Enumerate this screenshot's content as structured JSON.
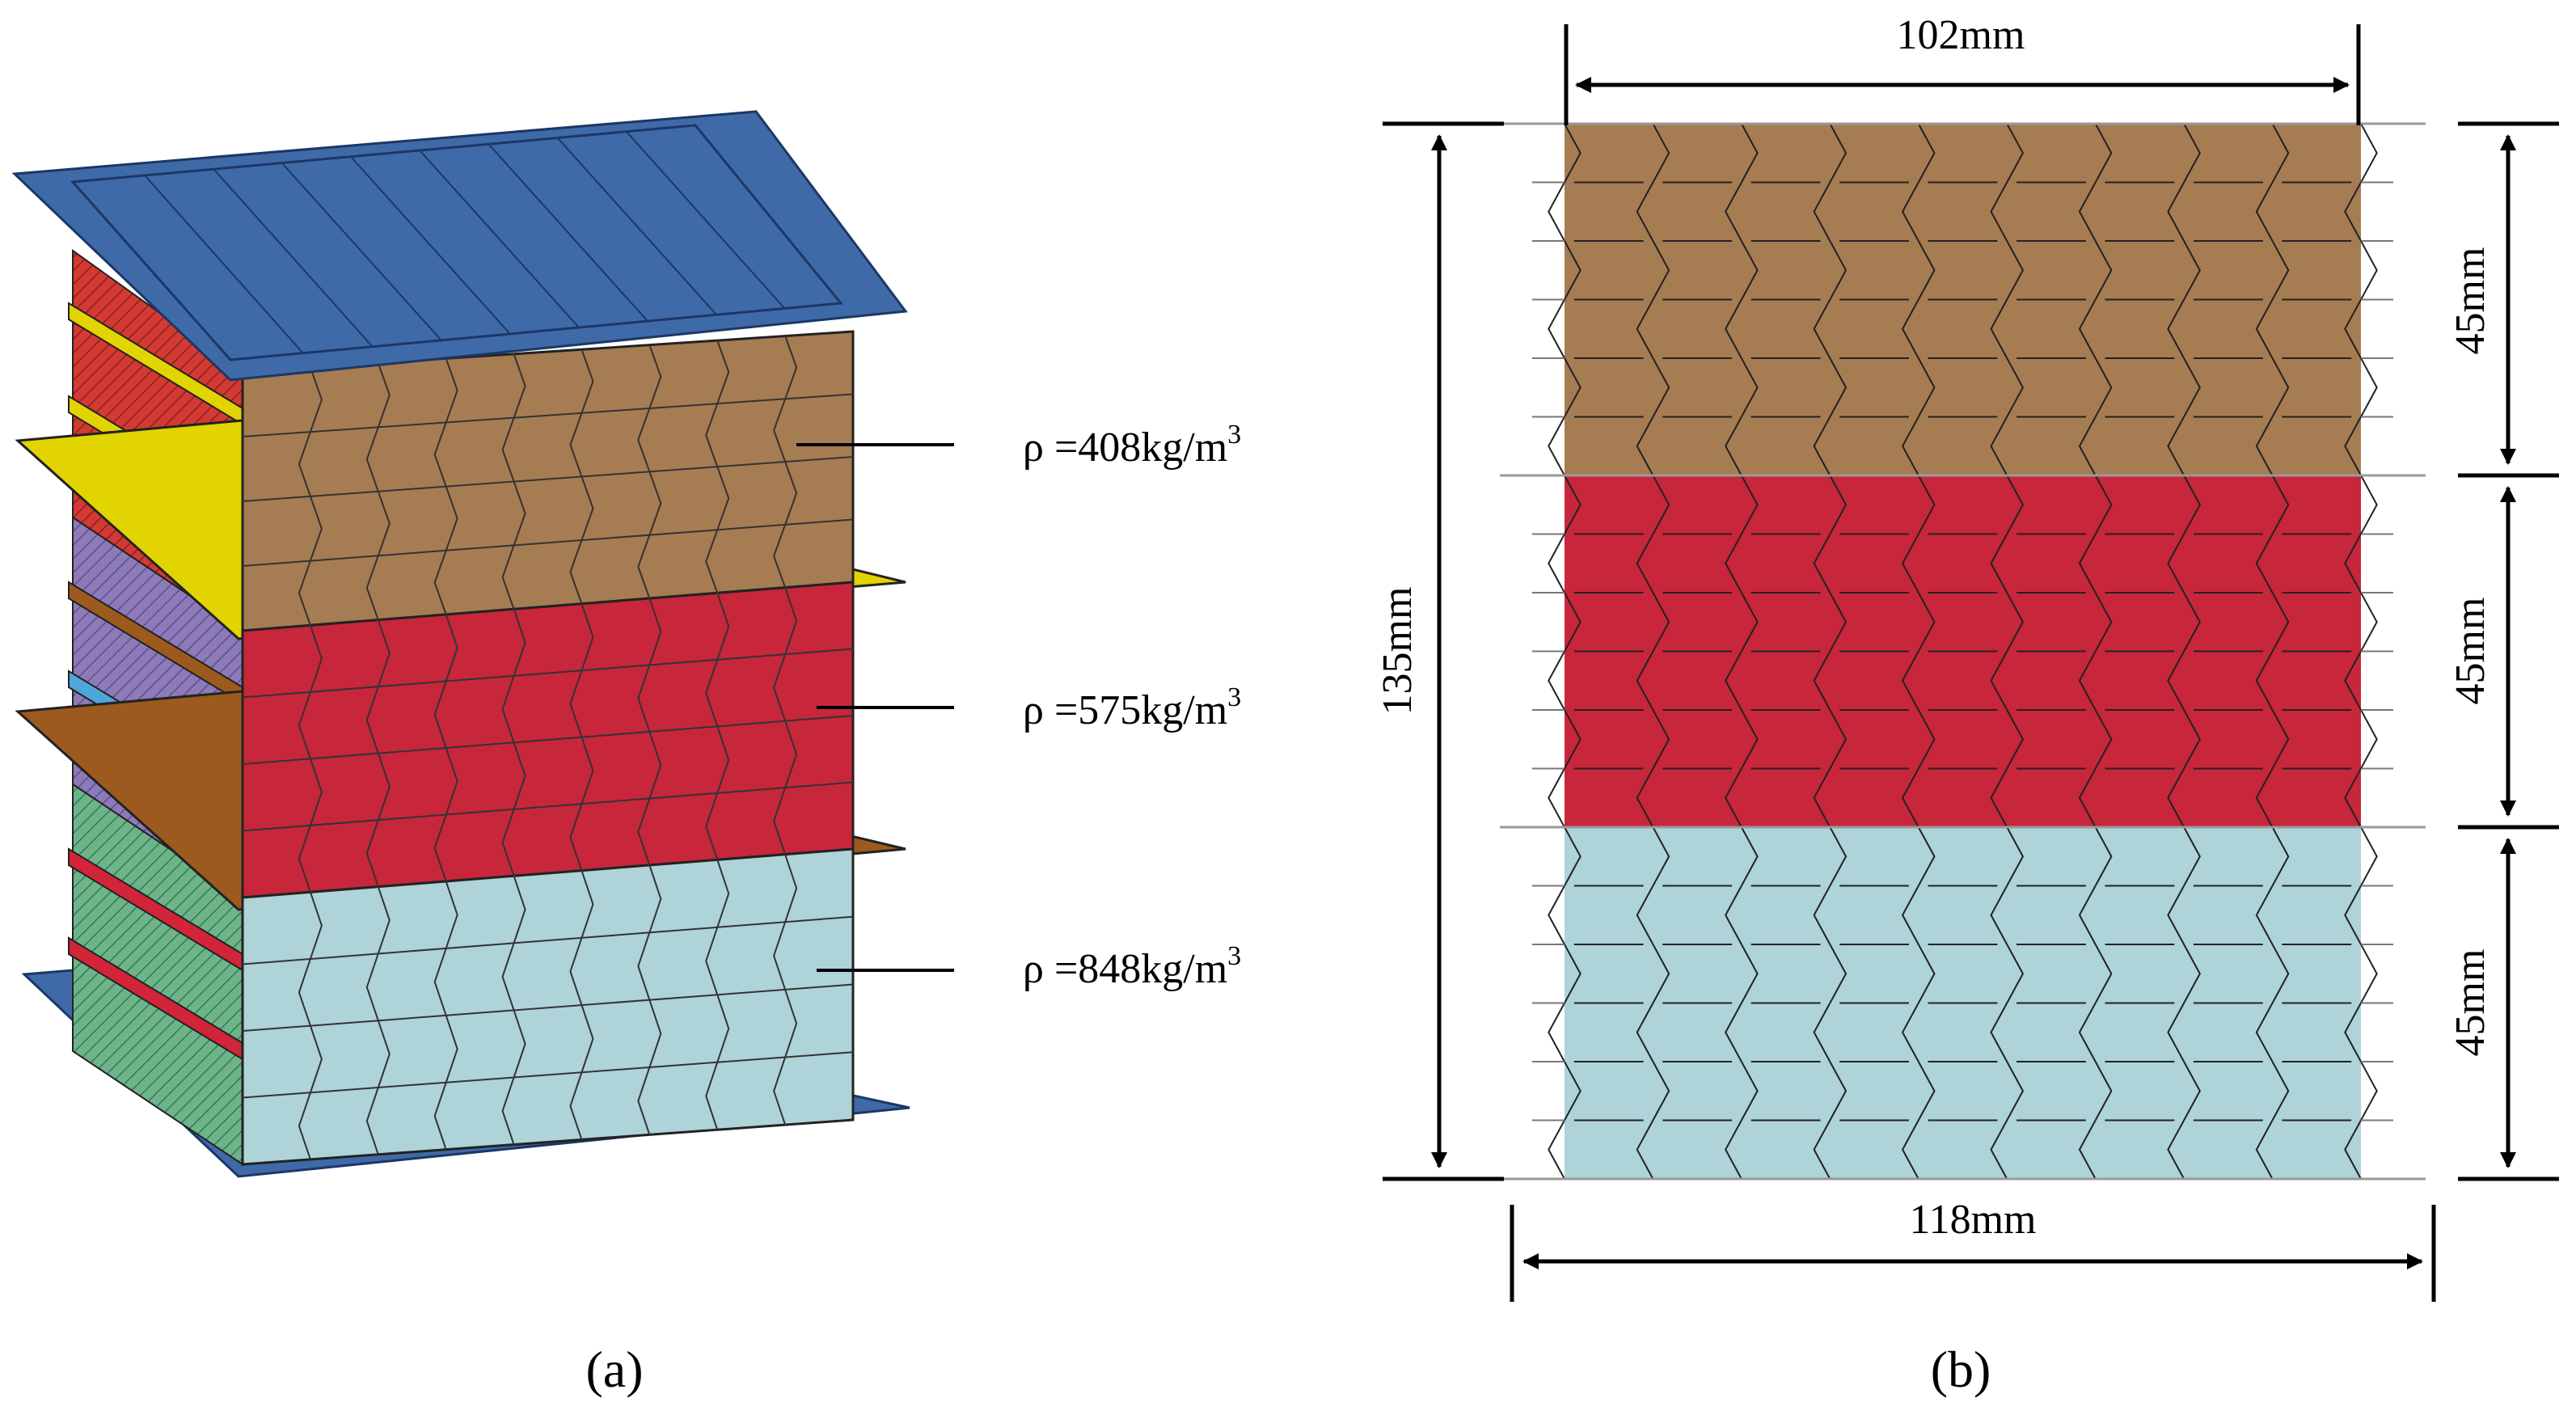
{
  "panel_a": {
    "caption": "(a)",
    "layers": [
      {
        "label": "ρ =408kg/m",
        "exponent": "3",
        "color": "#A67C52"
      },
      {
        "label": "ρ =575kg/m",
        "exponent": "3",
        "color": "#C8263B"
      },
      {
        "label": "ρ =848kg/m",
        "exponent": "3",
        "color": "#AED3D8"
      }
    ],
    "plate_color": "#3F6AA8",
    "separator_colors": [
      "#E2D400",
      "#9C5A1E"
    ]
  },
  "panel_b": {
    "caption": "(b)",
    "top_width": "102mm",
    "bottom_width": "118mm",
    "total_height": "135mm",
    "layer_heights": [
      "45mm",
      "45mm",
      "45mm"
    ],
    "layer_colors": [
      "#A67C52",
      "#C8263B",
      "#AED3D8"
    ]
  }
}
